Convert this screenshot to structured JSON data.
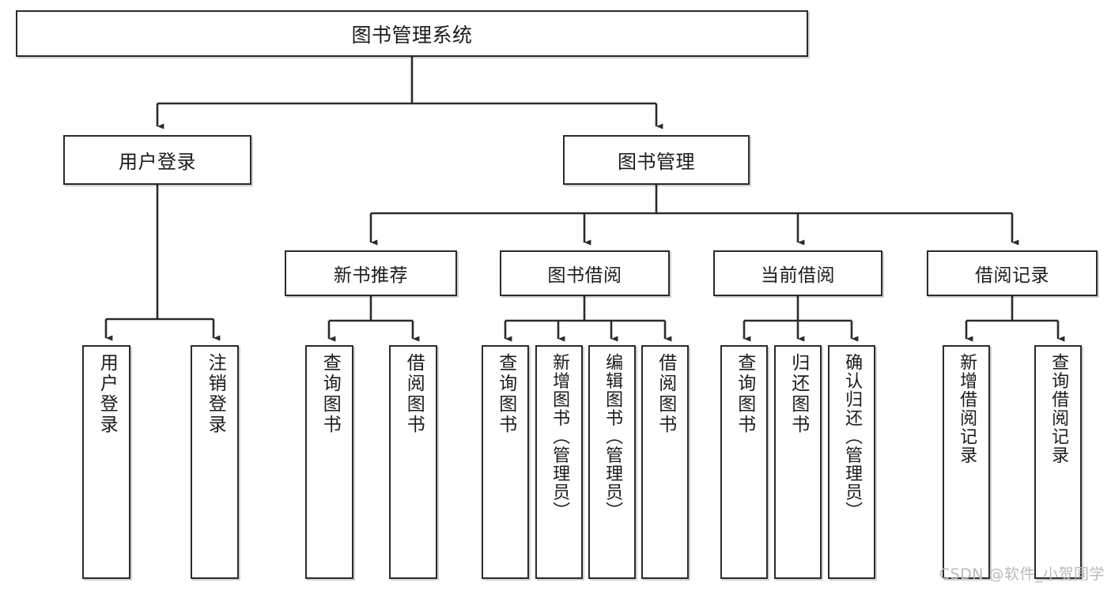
{
  "diagram": {
    "title": "图书管理系统",
    "watermark": "CSDN @软件_小贺同学",
    "stroke_color": "#2b2b2b",
    "background_color": "#ffffff",
    "text_color": "#1b1b1b",
    "watermark_color": "#b9b9b9",
    "type": "tree-hierarchy",
    "root": {
      "label": "图书管理系统"
    },
    "level1": [
      {
        "label": "用户登录"
      },
      {
        "label": "图书管理"
      }
    ],
    "level2": [
      {
        "label": "新书推荐"
      },
      {
        "label": "图书借阅"
      },
      {
        "label": "当前借阅"
      },
      {
        "label": "借阅记录"
      }
    ],
    "leaves": {
      "user_login": [
        {
          "label": "用户登录"
        },
        {
          "label": "注销登录"
        }
      ],
      "new_book_recommend": [
        {
          "label": "查询图书"
        },
        {
          "label": "借阅图书"
        }
      ],
      "book_borrow": [
        {
          "label": "查询图书"
        },
        {
          "label": "新增图书（管理员）"
        },
        {
          "label": "编辑图书（管理员）"
        },
        {
          "label": "借阅图书"
        }
      ],
      "current_borrow": [
        {
          "label": "查询图书"
        },
        {
          "label": "归还图书"
        },
        {
          "label": "确认归还（管理员）"
        }
      ],
      "borrow_record": [
        {
          "label": "新增借阅记录"
        },
        {
          "label": "查询借阅记录"
        }
      ]
    }
  }
}
